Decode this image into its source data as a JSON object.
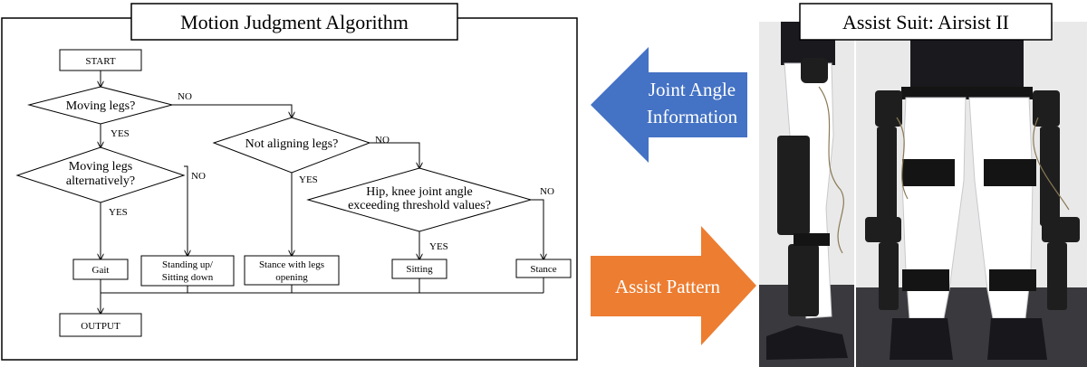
{
  "algorithm_panel": {
    "title": "Motion Judgment Algorithm",
    "nodes": {
      "start": "START",
      "moving_legs": "Moving legs?",
      "moving_alt_line1": "Moving legs",
      "moving_alt_line2": "alternatively?",
      "not_aligning": "Not aligning legs?",
      "hip_knee_line1": "Hip, knee joint angle",
      "hip_knee_line2": "exceeding threshold values?",
      "gait": "Gait",
      "standing_line1": "Standing up/",
      "standing_line2": "Sitting down",
      "stance_open_line1": "Stance with legs",
      "stance_open_line2": "opening",
      "sitting": "Sitting",
      "stance": "Stance",
      "output": "OUTPUT"
    },
    "edge_labels": {
      "yes": "YES",
      "no": "NO"
    }
  },
  "arrows": {
    "joint_angle_line1": "Joint Angle",
    "joint_angle_line2": "Information",
    "assist_pattern": "Assist Pattern",
    "joint_color": "#4472c4",
    "assist_color": "#ed7d31"
  },
  "suit_panel": {
    "title": "Assist Suit: Airsist II"
  }
}
